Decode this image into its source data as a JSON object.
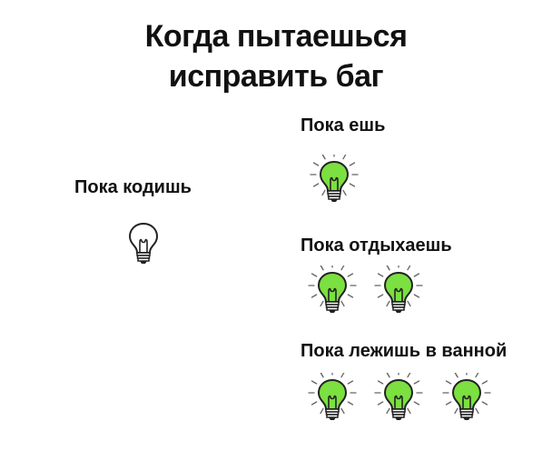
{
  "title": {
    "line1": "Когда пытаешься",
    "line2": "исправить баг"
  },
  "left": {
    "label": "Пока кодишь",
    "bulbs": [
      {
        "icon": "lightbulb-off-icon"
      }
    ]
  },
  "rows": [
    {
      "label": "Пока ешь",
      "bulbs": [
        {
          "icon": "lightbulb-on-icon"
        }
      ]
    },
    {
      "label": "Пока отдыхаешь",
      "bulbs": [
        {
          "icon": "lightbulb-on-icon"
        },
        {
          "icon": "lightbulb-on-icon"
        }
      ]
    },
    {
      "label": "Пока лежишь в ванной",
      "bulbs": [
        {
          "icon": "lightbulb-on-icon"
        },
        {
          "icon": "lightbulb-on-icon"
        },
        {
          "icon": "lightbulb-on-icon"
        }
      ]
    }
  ],
  "colors": {
    "bulb_on_fill": "#7be040",
    "bulb_off_fill": "#ffffff",
    "outline": "#222222",
    "rays": "#666666"
  }
}
